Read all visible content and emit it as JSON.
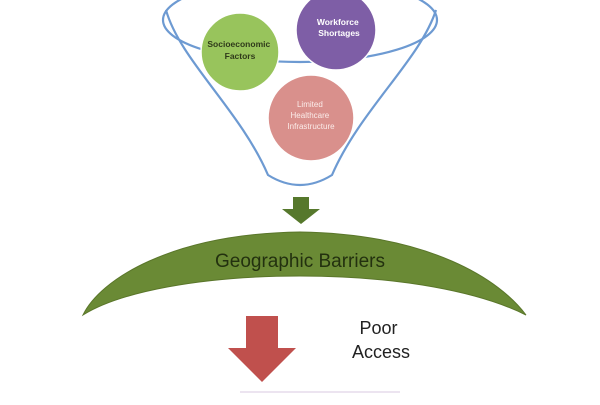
{
  "diagram": {
    "funnel": {
      "circles": [
        {
          "label_lines": [
            "Workforce",
            "Shortages"
          ],
          "color": "#7e5ea6",
          "text_color": "#ffffff"
        },
        {
          "label_lines": [
            "Socioeconomic",
            "Factors"
          ],
          "color": "#98c45c",
          "text_color": "#2f3a1a"
        },
        {
          "label_lines": [
            "Limited",
            "Healthcare",
            "Infrastructure"
          ],
          "color": "#d9908c",
          "text_color": "#fbecea"
        }
      ],
      "outline_color": "#6d9ad2",
      "arrow_color": "#56782c"
    },
    "barrier": {
      "label": "Geographic Barriers",
      "color": "#6a8a35",
      "text_color": "#23310f"
    },
    "outcome": {
      "lines": [
        "Poor",
        "Access"
      ],
      "arrow_color": "#c0504d",
      "text_color": "#222222"
    }
  }
}
